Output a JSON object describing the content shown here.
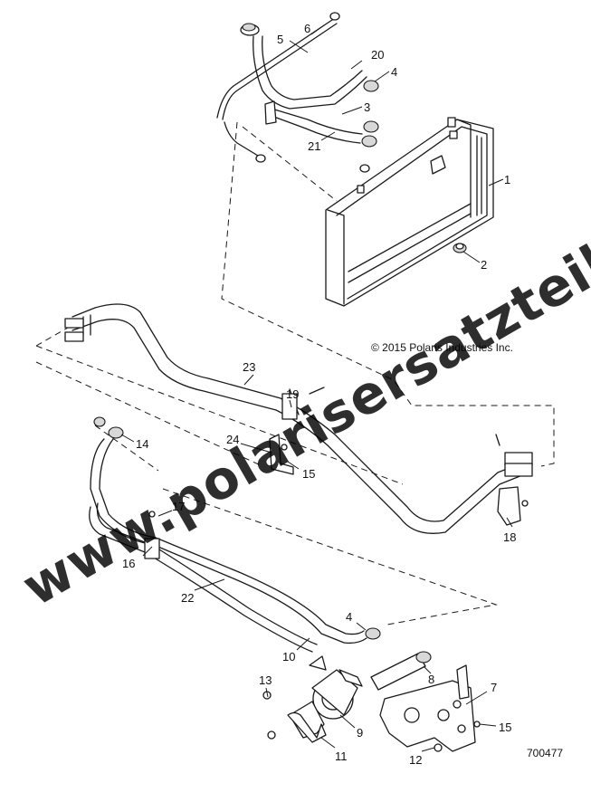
{
  "copyright": "© 2015 Polaris Industries Inc.",
  "diagram_id": "700477",
  "watermark": "www.polarisersatzteile.de",
  "callouts": [
    "1",
    "2",
    "3",
    "4",
    "5",
    "6",
    "20",
    "21",
    "23",
    "19",
    "24",
    "15",
    "14",
    "17",
    "16",
    "22",
    "18",
    "4",
    "10",
    "8",
    "7",
    "13",
    "9",
    "15",
    "12",
    "11"
  ]
}
